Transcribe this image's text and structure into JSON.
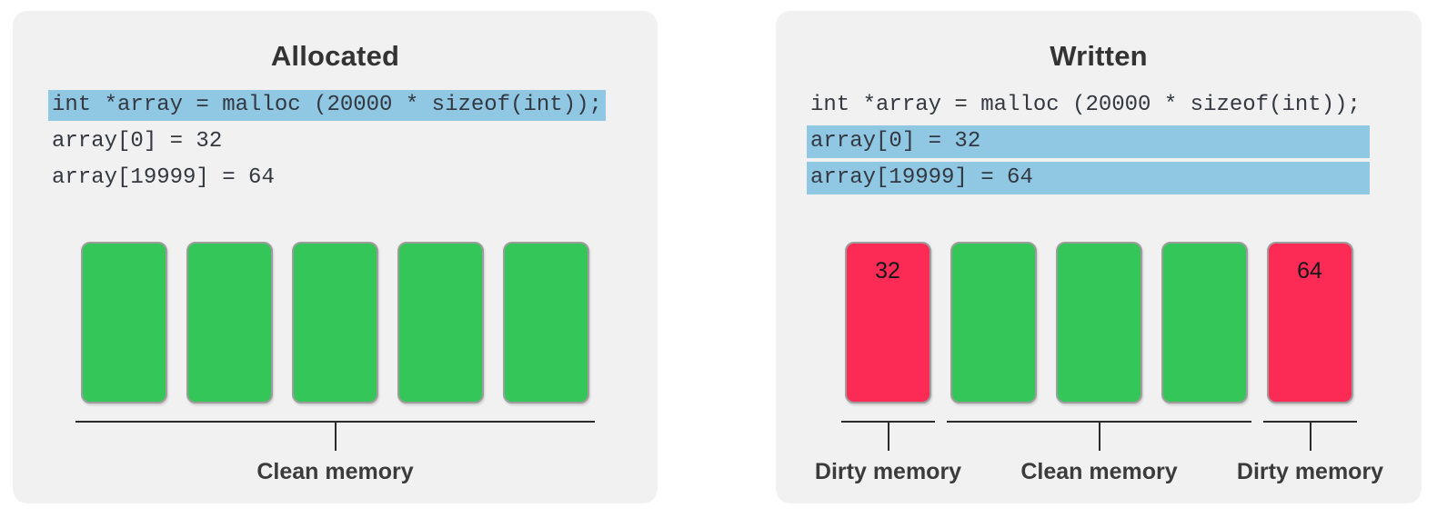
{
  "colors": {
    "page_bg": "#ffffff",
    "panel_bg": "#f1f1f2",
    "clean_green": "#34c659",
    "dirty_red": "#fc2b55",
    "highlight_blue": "#90c8e4",
    "cell_border": "#9d9d9d",
    "code_text": "#333840",
    "bracket_line": "#2b2b2b"
  },
  "panels": [
    {
      "title": "Allocated",
      "code_lines": [
        {
          "text": "int *array = malloc (20000 * sizeof(int));",
          "highlighted": true
        },
        {
          "text": "array[0] = 32",
          "highlighted": false
        },
        {
          "text": "array[19999] = 64",
          "highlighted": false
        }
      ],
      "cells": [
        {
          "state": "clean",
          "value": ""
        },
        {
          "state": "clean",
          "value": ""
        },
        {
          "state": "clean",
          "value": ""
        },
        {
          "state": "clean",
          "value": ""
        },
        {
          "state": "clean",
          "value": ""
        }
      ],
      "brackets": [
        {
          "label": "Clean memory",
          "spans_cells": "0-4"
        }
      ]
    },
    {
      "title": "Written",
      "code_lines": [
        {
          "text": "int *array = malloc (20000 * sizeof(int));",
          "highlighted": false
        },
        {
          "text": "array[0] = 32",
          "highlighted": true
        },
        {
          "text": "array[19999] = 64",
          "highlighted": true
        }
      ],
      "cells": [
        {
          "state": "dirty",
          "value": "32"
        },
        {
          "state": "clean",
          "value": ""
        },
        {
          "state": "clean",
          "value": ""
        },
        {
          "state": "clean",
          "value": ""
        },
        {
          "state": "dirty",
          "value": "64"
        }
      ],
      "brackets": [
        {
          "label": "Dirty memory",
          "spans_cells": "0"
        },
        {
          "label": "Clean memory",
          "spans_cells": "1-3"
        },
        {
          "label": "Dirty memory",
          "spans_cells": "4"
        }
      ]
    }
  ]
}
